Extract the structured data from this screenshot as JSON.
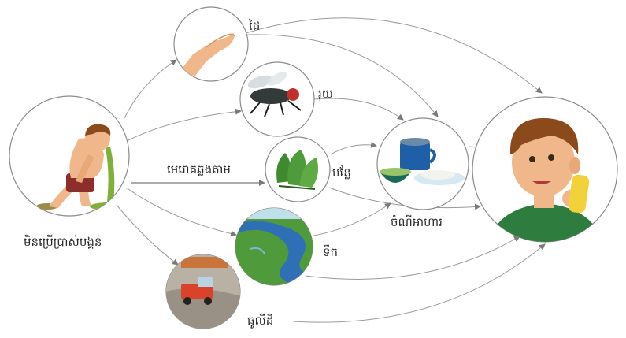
{
  "labels": {
    "open_defecation": "មិនប្រើប្រាស់បង្គន់",
    "hands": "ដៃ",
    "flies": "រុយ",
    "germs_path": "មេរោគឆ្លងតាម",
    "vegetables": "បន្លែ",
    "water": "ទឹក",
    "food": "ចំណីអាហារ",
    "soil": "ធូលីដី"
  },
  "colors": {
    "circle_stroke": "#8c8c8c",
    "arrow": "#9a9a9a",
    "skin": "#f0b88a",
    "hair": "#8a4a1c",
    "shirt": "#2e7d3e",
    "vomit": "#7fb03a",
    "water": "#2f6fb5",
    "greenery": "#4f9a3a",
    "cup": "#1f5fa8",
    "corn": "#f2d23a",
    "truck": "#d8432a",
    "fly_body": "#333a3a",
    "fly_eye": "#c0302a"
  },
  "icons": {
    "sick_boy": "boy-vomiting",
    "hand": "open-hand",
    "fly": "housefly",
    "vegetable": "leafy-vegetable",
    "food": "bowl-cup-plate",
    "water": "river-landscape",
    "soil": "dusty-road-truck",
    "eating_boy": "boy-eating-corn"
  }
}
